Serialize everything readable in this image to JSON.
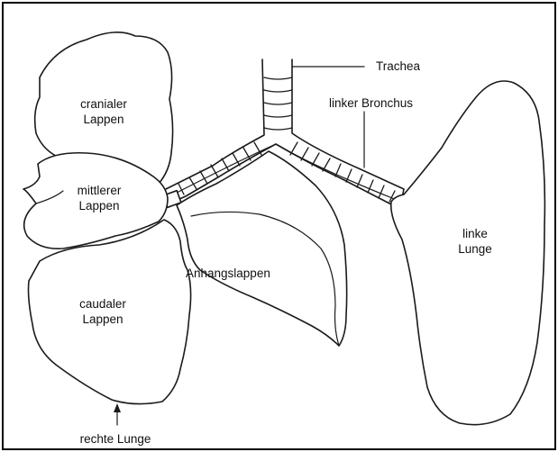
{
  "labels": {
    "trachea": "Trachea",
    "left_bronchus": "linker Bronchus",
    "cranial_lobe": [
      "cranialer",
      "Lappen"
    ],
    "middle_lobe": [
      "mittlerer",
      "Lappen"
    ],
    "caudal_lobe": [
      "caudaler",
      "Lappen"
    ],
    "accessory_lobe": "Anhangslappen",
    "left_lung": [
      "linke",
      "Lunge"
    ],
    "right_lung": "rechte Lunge"
  },
  "colors": {
    "line": "#1a1a1a",
    "background": "#ffffff",
    "text": "#111111"
  }
}
